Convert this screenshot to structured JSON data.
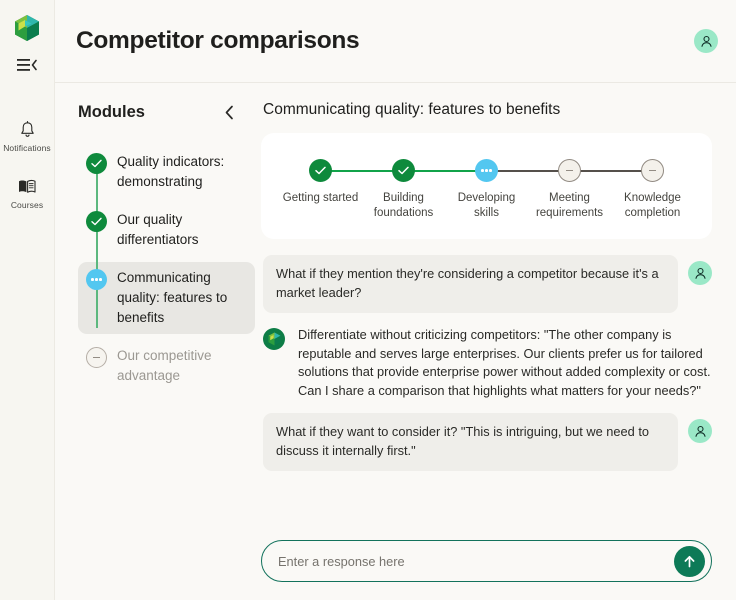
{
  "rail": {
    "logo_name": "app-logo-cube",
    "collapse_label": "collapse-menu",
    "items": [
      {
        "icon": "bell-icon",
        "label": "Notifications"
      },
      {
        "icon": "book-icon",
        "label": "Courses"
      }
    ]
  },
  "header": {
    "title": "Competitor comparisons",
    "avatar_icon": "person-icon"
  },
  "modules_panel": {
    "title": "Modules",
    "collapse_icon": "chevron-left-icon",
    "items": [
      {
        "label": "Quality indicators: demonstrating",
        "state": "done"
      },
      {
        "label": "Our quality differentiators",
        "state": "done"
      },
      {
        "label": "Communicating quality: features to benefits",
        "state": "active"
      },
      {
        "label": "Our competitive advantage",
        "state": "todo"
      }
    ]
  },
  "main": {
    "title": "Communicating quality: features to benefits",
    "stepper": [
      {
        "label": "Getting started",
        "state": "done"
      },
      {
        "label": "Building foundations",
        "state": "done"
      },
      {
        "label": "Developing skills",
        "state": "active"
      },
      {
        "label": "Meeting requirements",
        "state": "todo"
      },
      {
        "label": "Knowledge completion",
        "state": "todo"
      }
    ],
    "messages": [
      {
        "role": "user",
        "text": "What if they mention they're considering a competitor because it's a market leader?"
      },
      {
        "role": "assistant",
        "text": "Differentiate without criticizing competitors: \"The other company is reputable and serves large enterprises. Our clients prefer us for tailored solutions that provide enterprise power without added complexity or cost. Can I share a comparison that highlights what matters for your needs?\""
      },
      {
        "role": "user",
        "text": "What if they want to consider it? \"This is intriguing, but we need to discuss it internally first.\""
      }
    ],
    "composer": {
      "placeholder": "Enter a response here",
      "value": "",
      "send_icon": "arrow-up-icon"
    }
  },
  "colors": {
    "done": "#0e8a3c",
    "active": "#53c7f0",
    "todo_border": "#918a82",
    "brand_green": "#0d7a57",
    "page_bg": "#faf9f6",
    "card_bg": "#ffffff",
    "bubble_bg": "#efeeea",
    "avatar_mint": "#9ae8c7"
  }
}
